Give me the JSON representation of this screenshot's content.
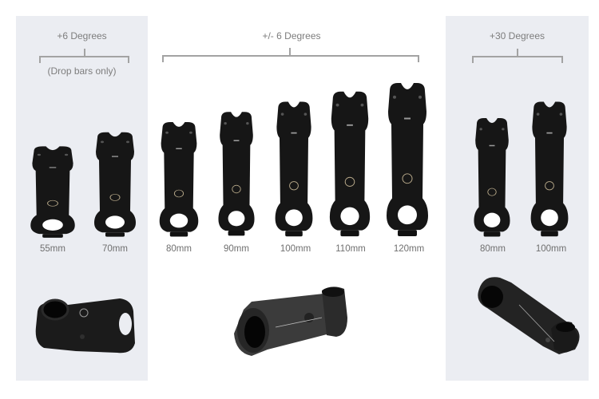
{
  "groups": [
    {
      "title": "+6 Degrees",
      "subtitle": "(Drop bars only)",
      "sizes": [
        "55mm",
        "70mm"
      ]
    },
    {
      "title": "+/- 6 Degrees",
      "sizes": [
        "80mm",
        "90mm",
        "100mm",
        "110mm",
        "120mm"
      ]
    },
    {
      "title": "+30 Degrees",
      "sizes": [
        "80mm",
        "100mm"
      ]
    }
  ],
  "colors": {
    "panel": "#ebedf2",
    "bracket": "#a3a3a3",
    "label": "#7d7d7d",
    "stem": "#141414"
  }
}
